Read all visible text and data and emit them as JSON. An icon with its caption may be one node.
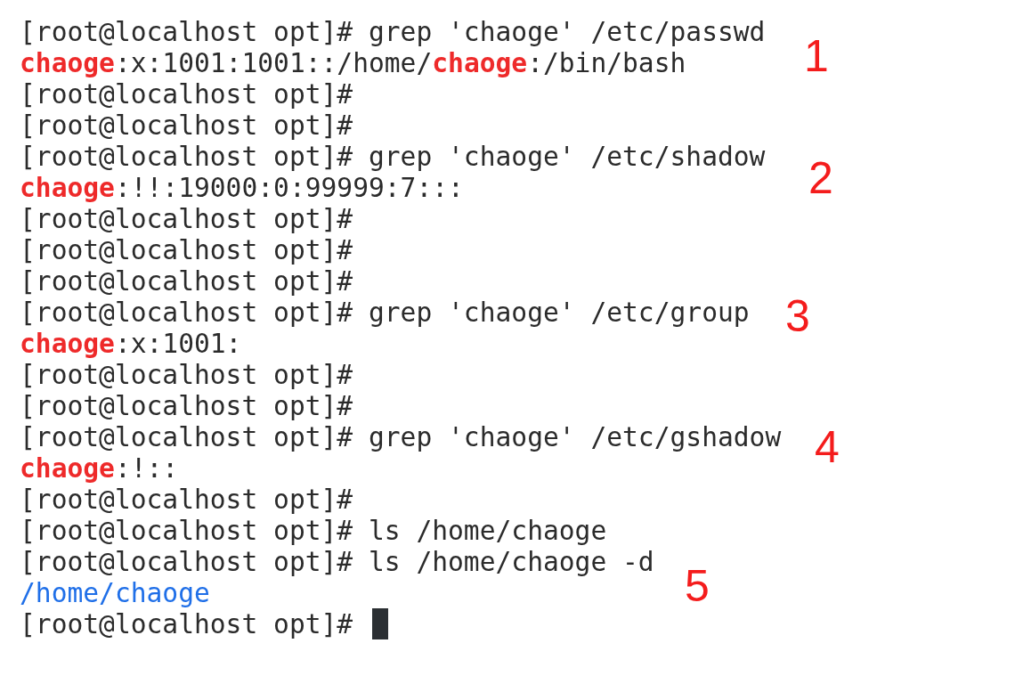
{
  "diagram": {
    "labels": [
      "[root@localhost opt]# grep 'chaoge' /etc/passwd",
      "1",
      "**chaoge**:x:1001:1001::/home/**chaoge**:/bin/bash",
      "[root@localhost opt]#",
      "[root@localhost opt]#",
      "[root@localhost opt]# grep 'chaoge' /etc/shadow",
      "2",
      "**chaoge**:!!:19000:0:99999:7:::",
      "[root@localhost opt]#",
      "[root@localhost opt]#",
      "[root@localhost opt]#",
      "[root@localhost opt]# grep 'chaoge' /etc/group",
      "3",
      "**chaoge**:x:1001:",
      "[root@localhost opt]#",
      "[root@localhost opt]#",
      "[root@localhost opt]# grep 'chaoge' /etc/gshadow",
      "4",
      "**chaoge**:!::",
      "[root@localhost opt]#",
      "[root@localhost opt]# ls /home/chaoge",
      "[root@localhost opt]# ls /home/chaoge -d",
      "5",
      "/home/chaoge",
      "[root@localhost opt]#"
    ]
  }
}
